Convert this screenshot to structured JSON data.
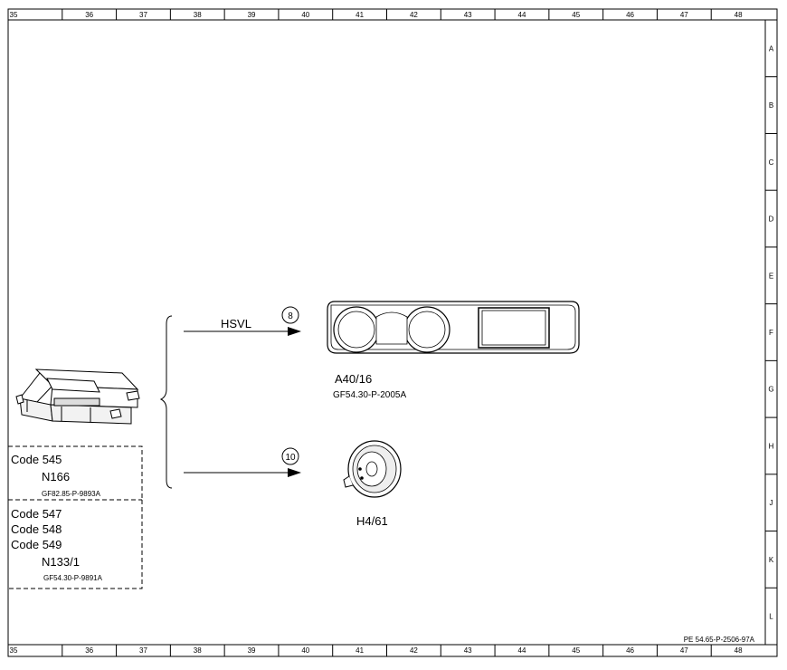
{
  "grid": {
    "columns": [
      "35",
      "36",
      "37",
      "38",
      "39",
      "40",
      "41",
      "42",
      "43",
      "44",
      "45",
      "46",
      "47",
      "48"
    ],
    "rows": [
      "A",
      "B",
      "C",
      "D",
      "E",
      "F",
      "G",
      "H",
      "J",
      "K",
      "L"
    ]
  },
  "signals": {
    "hsvl": "HSVL",
    "connector_8": "8",
    "connector_10": "10"
  },
  "instrument_cluster": {
    "label": "A40/16",
    "ref": "GF54.30-P-2005A"
  },
  "horn": {
    "label": "H4/61",
    "ref": ""
  },
  "module_box_1": {
    "codes": [
      "Code 545"
    ],
    "component": "N166",
    "ref": "GF82.85-P-9893A"
  },
  "module_box_2": {
    "codes": [
      "Code 547",
      "Code 548",
      "Code 549"
    ],
    "component": "N133/1",
    "ref": "GF54.30-P-9891A"
  },
  "doc_id": "PE 54.65-P-2506-97A"
}
